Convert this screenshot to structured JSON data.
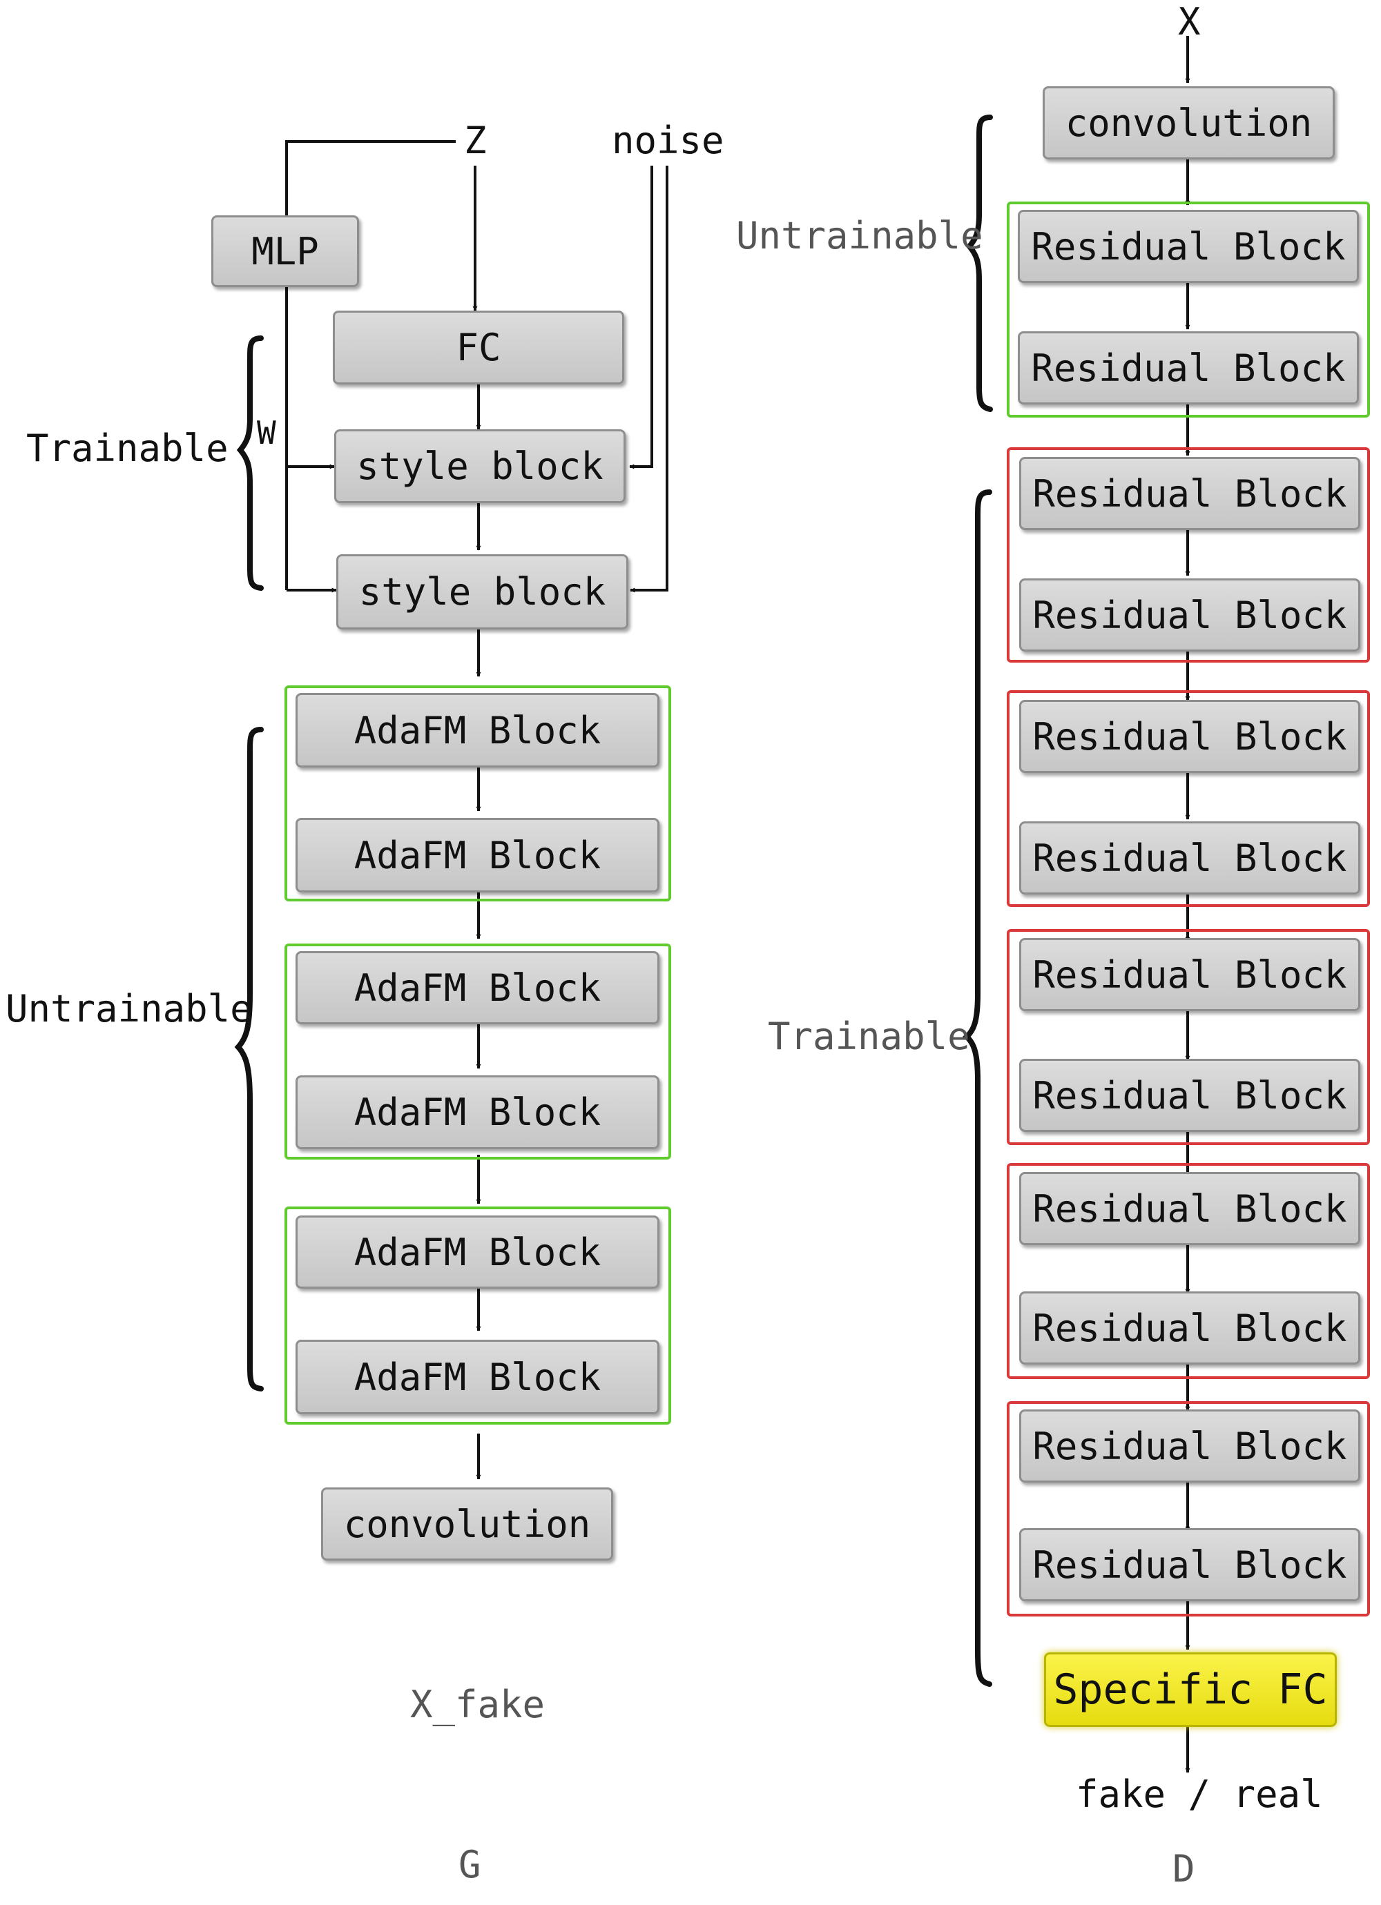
{
  "generator": {
    "input_z": "Z",
    "input_noise": "noise",
    "mlp": "MLP",
    "fc": "FC",
    "w_label": "W",
    "trainable_label": "Trainable",
    "style_block_1": "style block",
    "style_block_2": "style block",
    "untrainable_label": "Untrainable",
    "adafm_blocks": [
      "AdaFM Block",
      "AdaFM Block",
      "AdaFM Block",
      "AdaFM Block",
      "AdaFM Block",
      "AdaFM Block"
    ],
    "convolution": "convolution",
    "output": "X_fake",
    "caption": "G"
  },
  "discriminator": {
    "input_x": "X",
    "convolution": "convolution",
    "untrainable_label": "Untrainable",
    "untrainable_blocks": [
      "Residual Block",
      "Residual Block"
    ],
    "trainable_label": "Trainable",
    "trainable_blocks": [
      "Residual Block",
      "Residual Block",
      "Residual Block",
      "Residual Block",
      "Residual Block",
      "Residual Block",
      "Residual Block",
      "Residual Block",
      "Residual Block",
      "Residual Block"
    ],
    "specific_fc": "Specific FC",
    "output": "fake / real",
    "caption": "D"
  },
  "colors": {
    "untrainable_group": "#5fcb2c",
    "trainable_group": "#d93939",
    "specific_fc": "#f3ea2a",
    "block_fill": "#d2d2d2"
  }
}
